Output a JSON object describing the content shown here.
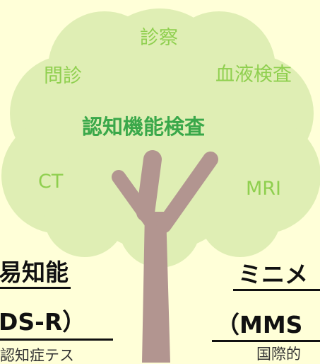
{
  "diagram": {
    "canopy_labels": {
      "top": "診察",
      "left": "問診",
      "right": "血液検査",
      "center": "認知機能検査",
      "lower_left": "CT",
      "lower_right": "MRI"
    },
    "left_panel": {
      "title_line1": "易知能",
      "title_line2": "DS-R）",
      "body_fragment": "認知症テス"
    },
    "right_panel": {
      "title_line1": "ミニメ",
      "title_line2": "（MMS",
      "body_fragment": "国際的"
    }
  },
  "colors": {
    "background": "#ffffd8",
    "canopy": "#dfeeb4",
    "trunk": "#b29590",
    "label_light": "#8fcf4f",
    "label_center": "#3aa84a"
  }
}
